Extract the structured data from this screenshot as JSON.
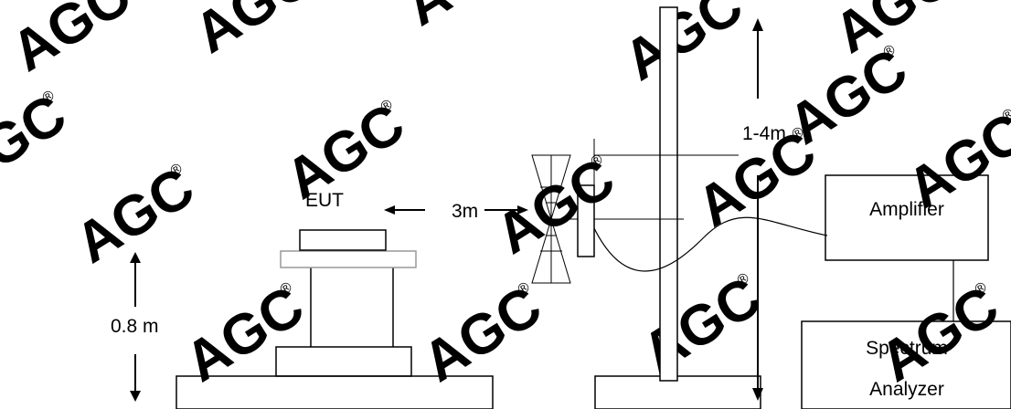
{
  "labels": {
    "eut": "EUT",
    "distance": "3m",
    "height_range": "1-4m",
    "table_height": "0.8 m",
    "amplifier": "Amplifier",
    "spectrum_line1": "Spectrum",
    "spectrum_line2": "Analyzer"
  },
  "watermark": {
    "text": "AGC",
    "mark": "®",
    "color": "#f1f1f1"
  },
  "colors": {
    "line": "#000000",
    "table_top_outline": "#999999",
    "background": "#ffffff"
  }
}
